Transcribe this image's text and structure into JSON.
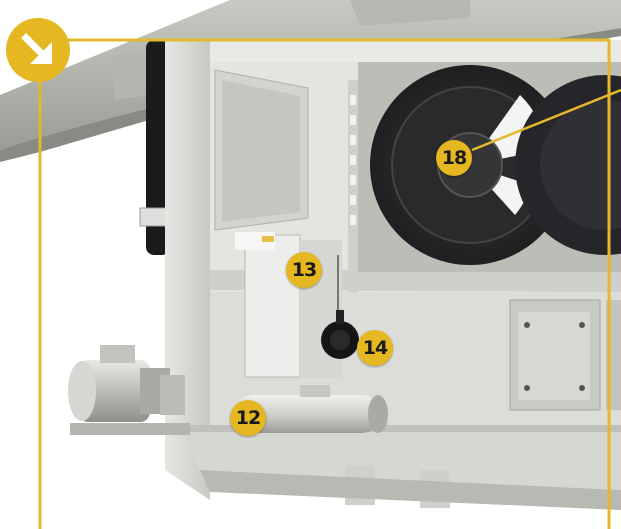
{
  "colors": {
    "accent": "#e5b721",
    "frame_line": "#e2b92c",
    "cabinet": "#d8d8d4",
    "fan": "#2c2c2e"
  },
  "corner_icon": "arrow-down-right-icon",
  "callouts": [
    {
      "id": "18",
      "label": "18"
    },
    {
      "id": "13",
      "label": "13"
    },
    {
      "id": "14",
      "label": "14"
    },
    {
      "id": "12",
      "label": "12"
    }
  ]
}
